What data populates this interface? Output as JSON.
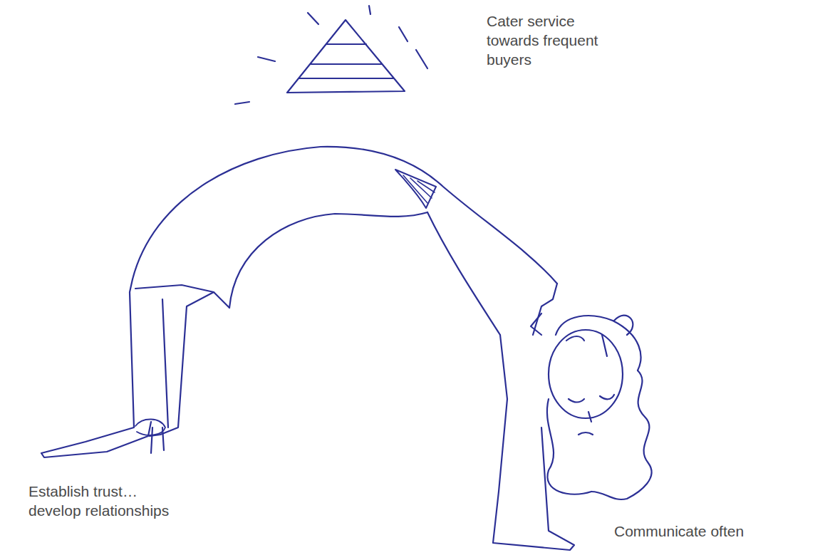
{
  "diagram": {
    "labels": [
      "Cater service towards frequent buyers",
      "Establish trust… develop relationships",
      "Communicate often"
    ]
  }
}
